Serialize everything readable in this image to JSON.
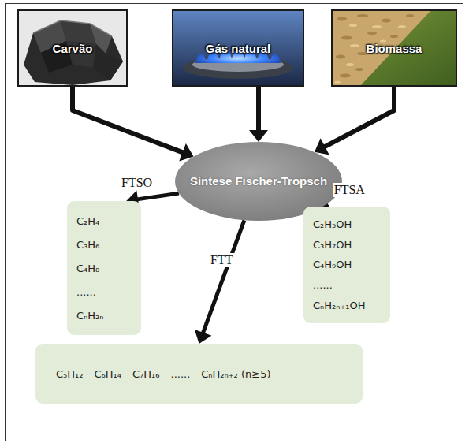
{
  "diagram": {
    "nodes": [
      {
        "text": [
          "Carvão"
        ]
      },
      {
        "text": [
          "Gás natural"
        ]
      },
      {
        "text": [
          "Biomassa"
        ]
      },
      {
        "text": [
          "Síntese Fischer-Tropsch"
        ]
      },
      {
        "text": [
          "C₂H₄",
          "C₃H₆",
          "C₄H₈",
          "......",
          "CₙH₂ₙ"
        ]
      },
      {
        "text": [
          "C₂H₅OH",
          "C₃H₇OH",
          "C₄H₉OH",
          "......",
          "CₙH₂ₙ₊₁OH"
        ]
      },
      {
        "text": [
          "C₅H₁₂",
          "C₆H₁₄",
          "C₇H₁₆",
          "......",
          "CₙH₂ₙ₊₂ (n≥5)"
        ]
      }
    ],
    "edges": [
      {
        "from": 0,
        "to": 3,
        "arrow": "to"
      },
      {
        "from": 1,
        "to": 3,
        "arrow": "to"
      },
      {
        "from": 2,
        "to": 3,
        "arrow": "to"
      },
      {
        "from": 3,
        "to": 4,
        "label": "FTSO",
        "arrow": "to"
      },
      {
        "from": 3,
        "to": 5,
        "label": "FTSA",
        "arrow": "to"
      },
      {
        "from": 3,
        "to": 6,
        "label": "FTT",
        "arrow": "to"
      }
    ]
  }
}
